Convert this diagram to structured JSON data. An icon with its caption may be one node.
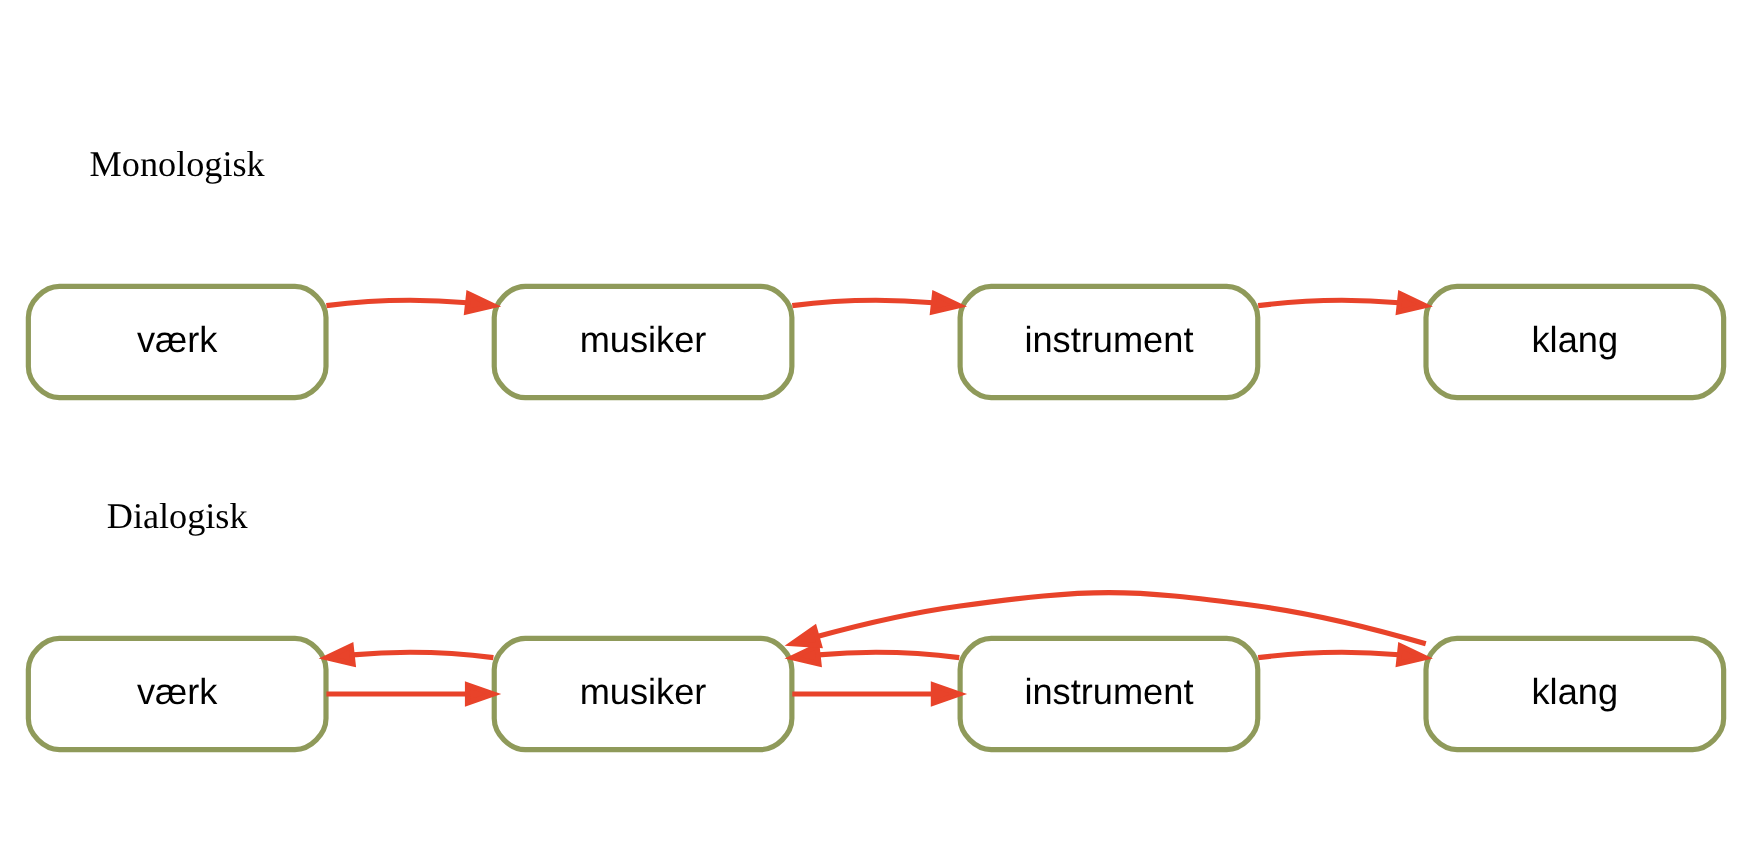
{
  "diagram": {
    "nodes": [
      {
        "text": [
          "værk"
        ]
      },
      {
        "text": [
          "musiker"
        ]
      },
      {
        "text": [
          "instrument"
        ]
      },
      {
        "text": [
          "klang"
        ]
      },
      {
        "text": [
          "værk"
        ]
      },
      {
        "text": [
          "musiker"
        ]
      },
      {
        "text": [
          "instrument"
        ]
      },
      {
        "text": [
          "klang"
        ]
      }
    ],
    "edges": [
      {
        "from": 0,
        "to": 1,
        "arrow": "to"
      },
      {
        "from": 1,
        "to": 2,
        "arrow": "to"
      },
      {
        "from": 2,
        "to": 3,
        "arrow": "to"
      },
      {
        "from": 4,
        "to": 5,
        "arrow": "to"
      },
      {
        "from": 5,
        "to": 6,
        "arrow": "to"
      },
      {
        "from": 6,
        "to": 7,
        "arrow": "to"
      },
      {
        "from": 5,
        "to": 4,
        "arrow": "to"
      },
      {
        "from": 6,
        "to": 5,
        "arrow": "to"
      },
      {
        "from": 7,
        "to": 5,
        "arrow": "to"
      }
    ],
    "labels": [
      "Monologisk",
      "Dialogisk"
    ]
  }
}
